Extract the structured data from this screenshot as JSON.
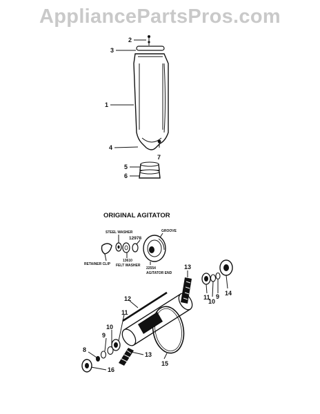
{
  "watermark": "AppliancePartsPros.com",
  "section_title": "ORIGINAL AGITATOR",
  "callouts": {
    "c1": "1",
    "c2": "2",
    "c3": "3",
    "c4": "4",
    "c5": "5",
    "c6": "6",
    "c7": "7",
    "c8": "8",
    "c9a": "9",
    "c9b": "9",
    "c10a": "10",
    "c10b": "10",
    "c11a": "11",
    "c11b": "11",
    "c12": "12",
    "c13a": "13",
    "c13b": "13",
    "c14": "14",
    "c15": "15",
    "c16": "16"
  },
  "detail_labels": {
    "steel_washer": "STEEL WASHER",
    "part_12978": "12978",
    "groove": "GROOVE",
    "retainer_clip": "RETAINER CLIP",
    "part_13610": "13610",
    "felt_washer": "FELT WASHER",
    "part_22554": "22554",
    "agitator_end": "AGITATOR END"
  }
}
